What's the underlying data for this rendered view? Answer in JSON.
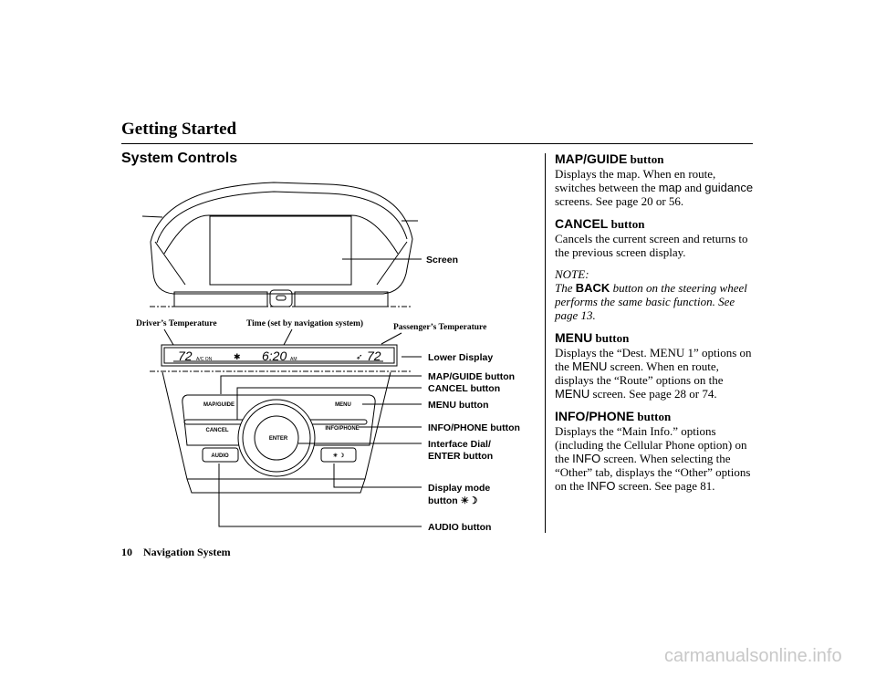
{
  "header": {
    "title": "Getting Started"
  },
  "section": {
    "title": "System Controls"
  },
  "diagram": {
    "callouts": {
      "screen": "Screen",
      "drivers_temp": "Driver’s Temperature",
      "time": "Time (set by navigation system)",
      "passengers_temp": "Passenger’s Temperature",
      "lower_display": "Lower Display",
      "map_guide": "MAP/GUIDE button",
      "cancel": "CANCEL button",
      "menu": "MENU button",
      "info_phone": "INFO/PHONE button",
      "dial_1": "Interface Dial/",
      "dial_2": "ENTER button",
      "display_mode_1": "Display mode",
      "display_mode_2": "button ☀☽",
      "audio": "AUDIO button"
    },
    "lcd": {
      "driver_temp": "72",
      "ac": "A/C ON",
      "time": "6:20",
      "ampm": "AM",
      "passenger_temp": "72"
    },
    "buttons": {
      "map_guide": "MAP/GUIDE",
      "cancel": "CANCEL",
      "menu": "MENU",
      "info_phone": "INFO/PHONE",
      "enter": "ENTER",
      "audio": "AUDIO",
      "display_mode": "☀ ☽"
    }
  },
  "body": {
    "map_guide": {
      "title_sans": "MAP/GUIDE",
      "title_rest": " button",
      "t1": "Displays the map. When en route, switches between the ",
      "map": "map",
      "t2": " and ",
      "guidance": "guidance",
      "t3": " screens. See page 20 or 56."
    },
    "cancel": {
      "title_sans": "CANCEL",
      "title_rest": " button",
      "text": "Cancels the current screen and returns to the previous screen display."
    },
    "note": {
      "label": "NOTE:",
      "t1": "The ",
      "back": "BACK",
      "t2": " button on the steering wheel performs the same basic function. See page 13."
    },
    "menu": {
      "title_sans": "MENU",
      "title_rest": " button",
      "t1": "Displays the “Dest. MENU 1” options on the ",
      "menu1": "MENU",
      "t2": " screen. When en route, displays the “Route” options on the ",
      "menu2": "MENU",
      "t3": " screen. See page 28 or 74."
    },
    "info": {
      "title_sans": "INFO/PHONE",
      "title_rest": " button",
      "t1": "Displays the “Main Info.” options (including the Cellular Phone option) on the ",
      "info1": "INFO",
      "t2": " screen. When selecting the “Other” tab, displays the “Other” options on the ",
      "info2": "INFO",
      "t3": " screen. See page 81."
    }
  },
  "footer": {
    "page": "10",
    "title": "Navigation System"
  },
  "watermark": "carmanualsonline.info"
}
